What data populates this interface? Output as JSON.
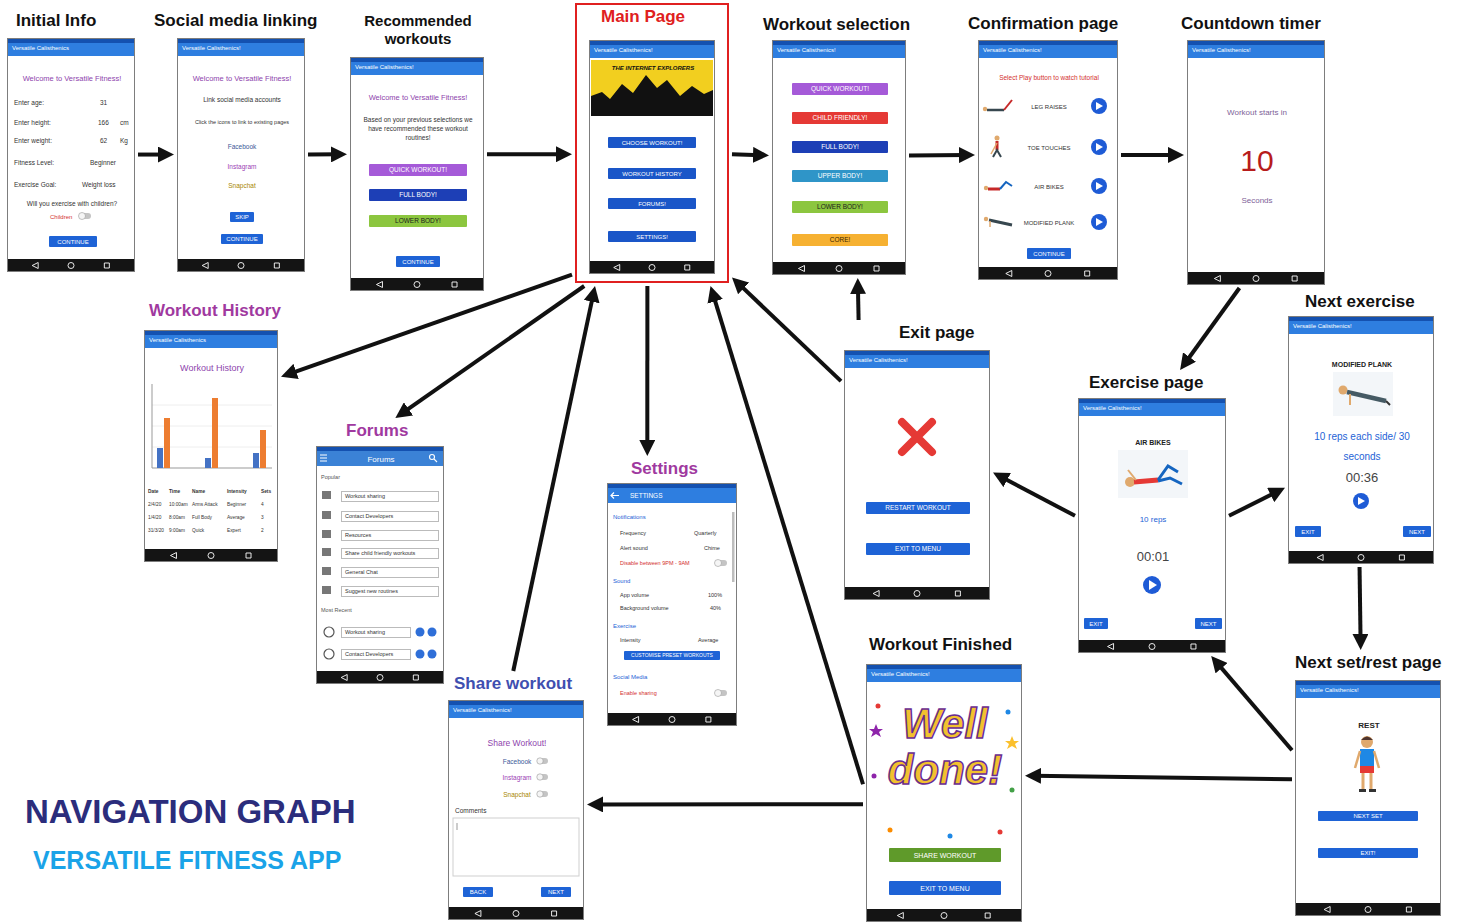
{
  "diagram": {
    "title": "NAVIGATION GRAPH",
    "nodes": [
      {
        "text": [
          "Initial Info",
          "Versatile Calisthenics",
          "Welcome to Versatile Fitness!",
          "Enter age:",
          "31",
          "Enter height:",
          "166",
          "cm",
          "Enter weight:",
          "62",
          "Kg",
          "Fitness Level:",
          "Beginner",
          "Exercise Goal:",
          "Weight loss",
          "Will you exercise with children?",
          "Children"
        ]
      },
      {
        "text": [
          "CONTINUE"
        ],
        "in": 0
      },
      {
        "text": [
          "Social media linking",
          "Versatile Calisthenics!",
          "Welcome to Versatile Fitness!",
          "Link social media accounts",
          "Click the icons to link to existing pages",
          "Facebook",
          "Instagram",
          "Snapchat"
        ]
      },
      {
        "text": [
          "SKIP"
        ],
        "in": 2
      },
      {
        "text": [
          "CONTINUE"
        ],
        "in": 2
      },
      {
        "text": [
          "Recommended workouts",
          "Versatile Calisthenics!",
          "Welcome to Versatile Fitness!",
          "Based on your previous selections we have recommended these workout routines!"
        ]
      },
      {
        "text": [
          "QUICK WORKOUT!"
        ],
        "in": 5
      },
      {
        "text": [
          "FULL BODY!"
        ],
        "in": 5
      },
      {
        "text": [
          "LOWER BODY!"
        ],
        "in": 5
      },
      {
        "text": [
          "CONTINUE"
        ],
        "in": 5
      },
      {
        "text": [
          "Main Page",
          "Versatile Calisthenics!",
          "THE INTERNET EXPLORERS"
        ]
      },
      {
        "text": [
          "CHOOSE WORKOUT!"
        ],
        "in": 10
      },
      {
        "text": [
          "WORKOUT HISTORY"
        ],
        "in": 10
      },
      {
        "text": [
          "FORUMS!"
        ],
        "in": 10
      },
      {
        "text": [
          "SETTINGS!"
        ],
        "in": 10
      },
      {
        "text": [
          "Workout selection",
          "Versatile Calisthenics!"
        ]
      },
      {
        "text": [
          "QUICK WORKOUT!"
        ],
        "in": 15
      },
      {
        "text": [
          "CHILD FRIENDLY!"
        ],
        "in": 15
      },
      {
        "text": [
          "FULL BODY!"
        ],
        "in": 15
      },
      {
        "text": [
          "UPPER BODY!"
        ],
        "in": 15
      },
      {
        "text": [
          "LOWER BODY!"
        ],
        "in": 15
      },
      {
        "text": [
          "CORE!"
        ],
        "in": 15
      },
      {
        "text": [
          "Confirmation page",
          "Versatile Calisthenics!",
          "Select Play button to watch tutorial",
          "LEG RAISES",
          "TOE TOUCHES",
          "AIR BIKES",
          "MODIFIED PLANK"
        ]
      },
      {
        "text": [
          "CONTINUE"
        ],
        "in": 22
      },
      {
        "text": [
          "Countdown timer",
          "Versatile Calisthenics!",
          "Workout starts in",
          "10",
          "Seconds"
        ]
      },
      {
        "text": [
          "Workout History",
          "Versatile Calisthenics",
          "Workout History",
          "Date",
          "Time",
          "Name",
          "Intensity",
          "Sets",
          "2/4/20",
          "10:00am",
          "Arms Attack",
          "Beginner",
          "4",
          "1/4/20",
          "8:00am",
          "Full Body",
          "Average",
          "3",
          "31/3/20",
          "9:00am",
          "Quick",
          "Expert",
          "2"
        ]
      },
      {
        "text": [
          "Forums",
          "Forums",
          "Popular",
          "Workout sharing",
          "Contact Developers",
          "Resources",
          "Share child friendly workouts",
          "General Chat",
          "Suggest new routines",
          "Most Recent",
          "Workout sharing",
          "Contact Developers"
        ]
      },
      {
        "text": [
          "Settings",
          "SETTINGS",
          "Notifications",
          "Frequency",
          "Quarterly",
          "Alert sound",
          "Chime",
          "Disable between 9PM - 9AM",
          "Sound",
          "App volume",
          "100%",
          "Background volume",
          "40%",
          "Exercise",
          "Intensity",
          "Average",
          "Social Media",
          "Enable sharing"
        ]
      },
      {
        "text": [
          "CUSTOMISE PRESET WORKOUTS"
        ],
        "in": 27
      },
      {
        "text": [
          "Share workout",
          "Versatile Calisthenics!",
          "Share Workout!",
          "Facebook",
          "Instagram",
          "Snapchat",
          "Comments"
        ]
      },
      {
        "text": [
          "BACK"
        ],
        "in": 29
      },
      {
        "text": [
          "NEXT"
        ],
        "in": 29
      },
      {
        "text": [
          "Exit page",
          "Versatile Calisthenics!"
        ]
      },
      {
        "text": [
          "RESTART WORKOUT"
        ],
        "in": 32
      },
      {
        "text": [
          "EXIT TO MENU"
        ],
        "in": 32
      },
      {
        "text": [
          "Exercise page",
          "Versatile Calisthenics!",
          "AIR BIKES",
          "10 reps",
          "00:01"
        ]
      },
      {
        "text": [
          "EXIT"
        ],
        "in": 35
      },
      {
        "text": [
          "NEXT"
        ],
        "in": 35
      },
      {
        "text": [
          "Next exercise",
          "Versatile Calisthenics!",
          "MODIFIED PLANK",
          "10 reps each side/ 30 seconds",
          "00:36"
        ]
      },
      {
        "text": [
          "EXIT"
        ],
        "in": 38
      },
      {
        "text": [
          "NEXT"
        ],
        "in": 38
      },
      {
        "text": [
          "Workout Finished",
          "Versatile Calisthenics!",
          "Well done!"
        ]
      },
      {
        "text": [
          "SHARE WORKOUT"
        ],
        "in": 41
      },
      {
        "text": [
          "EXIT TO MENU"
        ],
        "in": 41
      },
      {
        "text": [
          "Next set/rest page",
          "Versatile Calisthenics!",
          "REST"
        ]
      },
      {
        "text": [
          "NEXT SET"
        ],
        "in": 44
      },
      {
        "text": [
          "EXIT!"
        ],
        "in": 44
      }
    ],
    "edges": [
      {
        "from": 0,
        "to": 2,
        "arrow": "to"
      },
      {
        "from": 2,
        "to": 5,
        "arrow": "to"
      },
      {
        "from": 5,
        "to": 10,
        "arrow": "to"
      },
      {
        "from": 10,
        "to": 15,
        "arrow": "to"
      },
      {
        "from": 15,
        "to": 22,
        "arrow": "to"
      },
      {
        "from": 22,
        "to": 24,
        "arrow": "to"
      },
      {
        "from": 24,
        "to": 35,
        "arrow": "to"
      },
      {
        "from": 32,
        "to": 10,
        "arrow": "to"
      },
      {
        "from": 32,
        "to": 15,
        "arrow": "to"
      },
      {
        "from": 10,
        "to": 25,
        "arrow": "to"
      },
      {
        "from": 10,
        "to": 26,
        "arrow": "to"
      },
      {
        "from": 10,
        "to": 27,
        "arrow": "to"
      },
      {
        "from": 29,
        "to": 10,
        "arrow": "to"
      },
      {
        "from": 41,
        "to": 10,
        "arrow": "to"
      },
      {
        "from": 35,
        "to": 32,
        "arrow": "to"
      },
      {
        "from": 35,
        "to": 38,
        "arrow": "to"
      },
      {
        "from": 38,
        "to": 44,
        "arrow": "to"
      },
      {
        "from": 44,
        "to": 35,
        "arrow": "to"
      },
      {
        "from": 44,
        "to": 41,
        "arrow": "to"
      },
      {
        "from": 41,
        "to": 29,
        "arrow": "to"
      }
    ],
    "labels": [
      "VERSATILE FITNESS APP"
    ]
  }
}
